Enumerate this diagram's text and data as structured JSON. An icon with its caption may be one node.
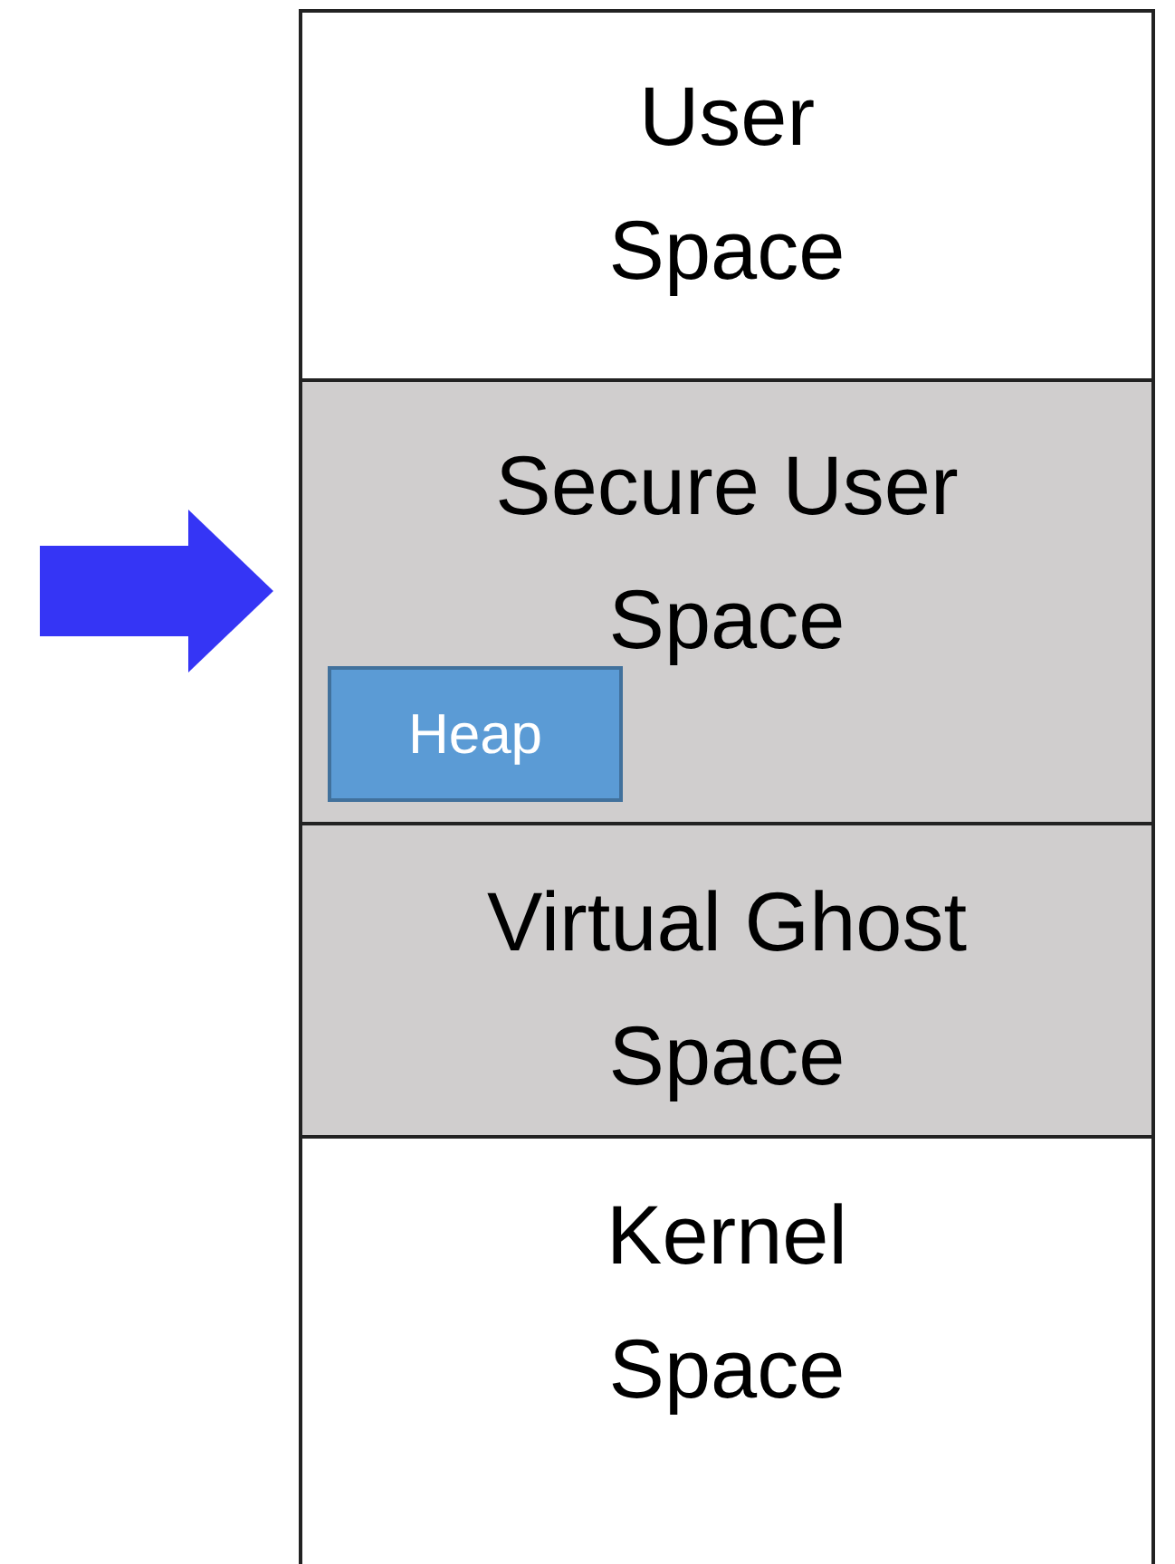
{
  "diagram": {
    "nodes": [
      {
        "text": [
          "User Space"
        ]
      },
      {
        "text": [
          "Secure User Space"
        ]
      },
      {
        "text": [
          "Heap"
        ],
        "in": 1
      },
      {
        "text": [
          "Virtual Ghost Space"
        ]
      },
      {
        "text": [
          "Kernel Space"
        ]
      }
    ],
    "edges": [
      {
        "from": null,
        "to": 1,
        "arrow": "to"
      }
    ]
  }
}
